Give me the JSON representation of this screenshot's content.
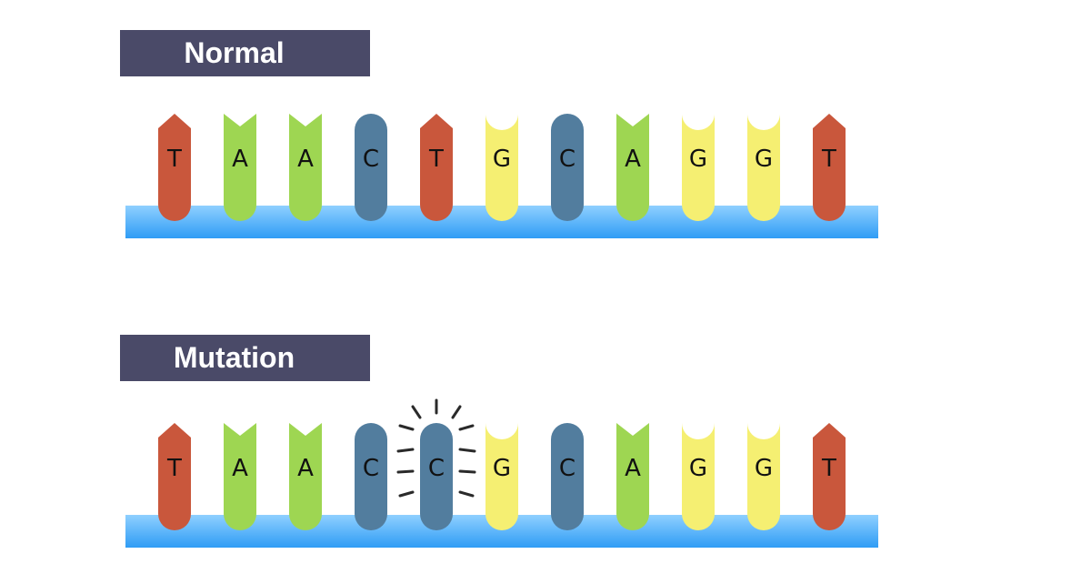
{
  "normal": {
    "title": "Normal",
    "bases": [
      "T",
      "A",
      "A",
      "C",
      "T",
      "G",
      "C",
      "A",
      "G",
      "G",
      "T"
    ]
  },
  "mutation": {
    "title": "Mutation",
    "bases": [
      "T",
      "A",
      "A",
      "C",
      "C",
      "G",
      "C",
      "A",
      "G",
      "G",
      "T"
    ],
    "mutated_index": 4
  },
  "base_styles": {
    "T": {
      "color": "#c9573c",
      "shape": "arrow-point"
    },
    "A": {
      "color": "#9ed652",
      "shape": "notch"
    },
    "C": {
      "color": "#527d9e",
      "shape": "round"
    },
    "G": {
      "color": "#f5ef72",
      "shape": "concave"
    }
  },
  "backbone_color": "#4fb1fa"
}
